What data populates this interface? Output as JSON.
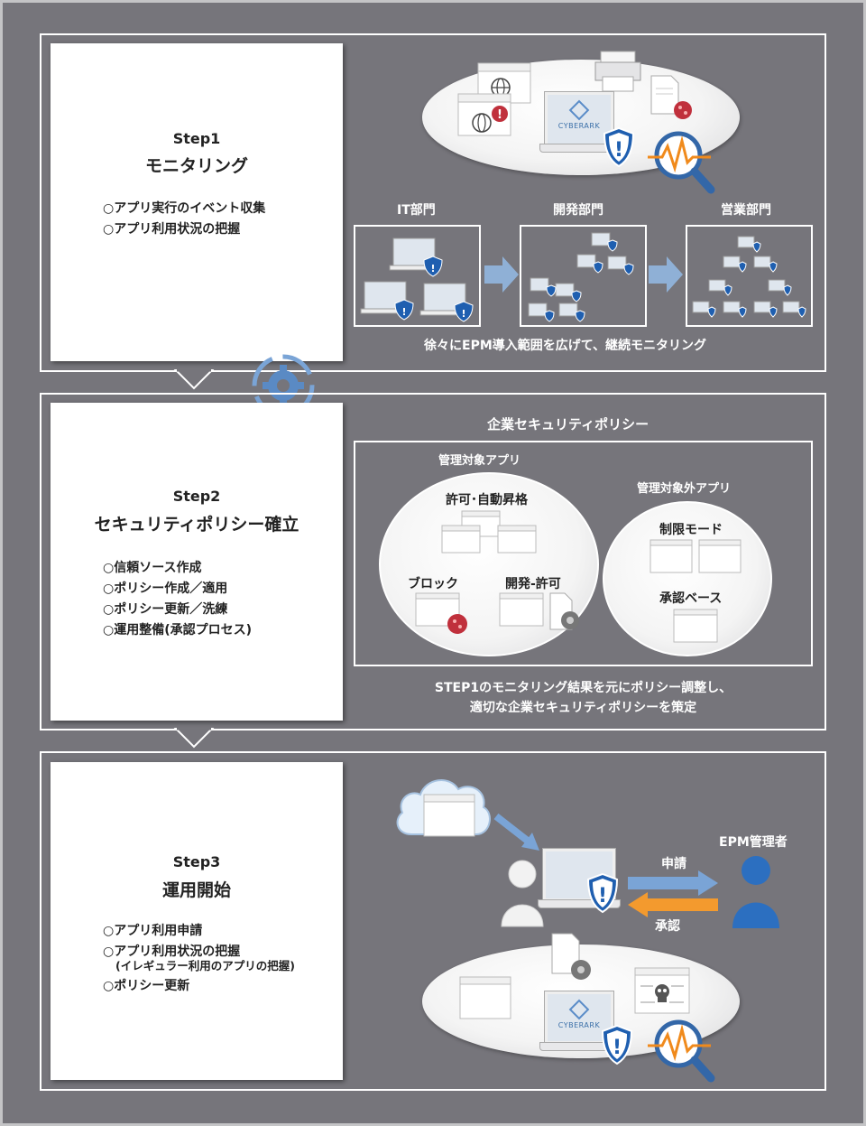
{
  "step1": {
    "label": "Step1",
    "title": "モニタリング",
    "bullets": [
      "アプリ実行のイベント収集",
      "アプリ利用状況の把握"
    ],
    "departments": [
      "IT部門",
      "開発部門",
      "営業部門"
    ],
    "caption": "徐々にEPM導入範囲を広げて、継続モニタリング",
    "brand": "CYBERARK"
  },
  "step2": {
    "label": "Step2",
    "title": "セキュリティポリシー確立",
    "bullets": [
      "信頼ソース作成",
      "ポリシー作成／適用",
      "ポリシー更新／洗練",
      "運用整備(承認プロセス)"
    ],
    "policy_title": "企業セキュリティポリシー",
    "managed_apps": "管理対象アプリ",
    "unmanaged_apps": "管理対象外アプリ",
    "allow_elevate": "許可･自動昇格",
    "block": "ブロック",
    "dev_allow": "開発-許可",
    "restricted_mode": "制限モード",
    "approval_base": "承認ベース",
    "caption_line1": "STEP1のモニタリング結果を元にポリシー調整し、",
    "caption_line2": "適切な企業セキュリティポリシーを策定"
  },
  "step3": {
    "label": "Step3",
    "title": "運用開始",
    "bullets": [
      "アプリ利用申請",
      "アプリ利用状況の把握",
      "ポリシー更新"
    ],
    "bullet_sub": "(イレギュラー利用のアプリの把握)",
    "admin_label": "EPM管理者",
    "request": "申請",
    "approve": "承認",
    "brand": "CYBERARK"
  },
  "colors": {
    "background": "#76757b",
    "panel_border": "#ffffff",
    "arrow_blue": "#7aa4d6",
    "arrow_orange": "#f39a2e",
    "shield_blue": "#1f5fb0",
    "admin_blue": "#2c6fc0",
    "virus_red": "#c0303c",
    "magnifier_orange": "#f08a1c"
  }
}
